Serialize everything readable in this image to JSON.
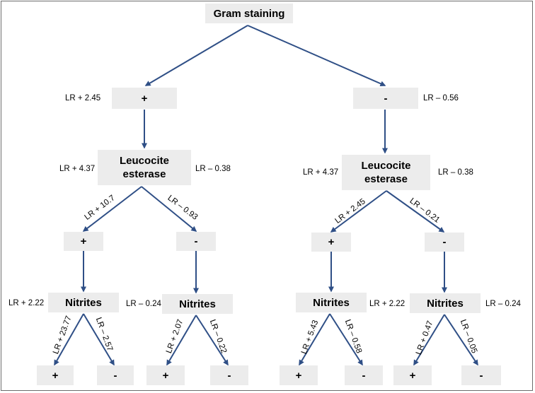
{
  "root": {
    "label": "Gram staining"
  },
  "positive": {
    "sign": "+",
    "lr_label": "LR + 2.45",
    "leuco": {
      "label": "Leucocite esterase",
      "lr_pos": "LR + 4.37",
      "lr_neg": "LR – 0.38"
    },
    "edge_pos": "LR + 10.7",
    "edge_neg": "LR – 0.93",
    "pos": {
      "sign": "+",
      "nitrites": {
        "label": "Nitrites",
        "lr": "LR + 2.22",
        "edge_pos": "LR + 23.77",
        "edge_neg": "LR – 2.57",
        "leaf_pos": "+",
        "leaf_neg": "-"
      }
    },
    "neg": {
      "sign": "-",
      "nitrites": {
        "label": "Nitrites",
        "lr": "LR – 0.24",
        "edge_pos": "LR + 2.07",
        "edge_neg": "LR – 0.22",
        "leaf_pos": "+",
        "leaf_neg": "-"
      }
    }
  },
  "negative": {
    "sign": "-",
    "lr_label": "LR – 0.56",
    "leuco": {
      "label": "Leucocite esterase",
      "lr_pos": "LR + 4.37",
      "lr_neg": "LR – 0.38"
    },
    "edge_pos": "LR + 2.45",
    "edge_neg": "LR – 0.21",
    "pos": {
      "sign": "+",
      "nitrites": {
        "label": "Nitrites",
        "lr": "LR + 2.22",
        "edge_pos": "LR + 5.43",
        "edge_neg": "LR – 0.58",
        "leaf_pos": "+",
        "leaf_neg": "-"
      }
    },
    "neg": {
      "sign": "-",
      "nitrites": {
        "label": "Nitrites",
        "lr": "LR – 0.24",
        "edge_pos": "LR + 0.47",
        "edge_neg": "LR – 0.05",
        "leaf_pos": "+",
        "leaf_neg": "-"
      }
    }
  },
  "colors": {
    "arrow": "#2f4f86",
    "box": "#ececec",
    "border": "#6d6d6d"
  }
}
